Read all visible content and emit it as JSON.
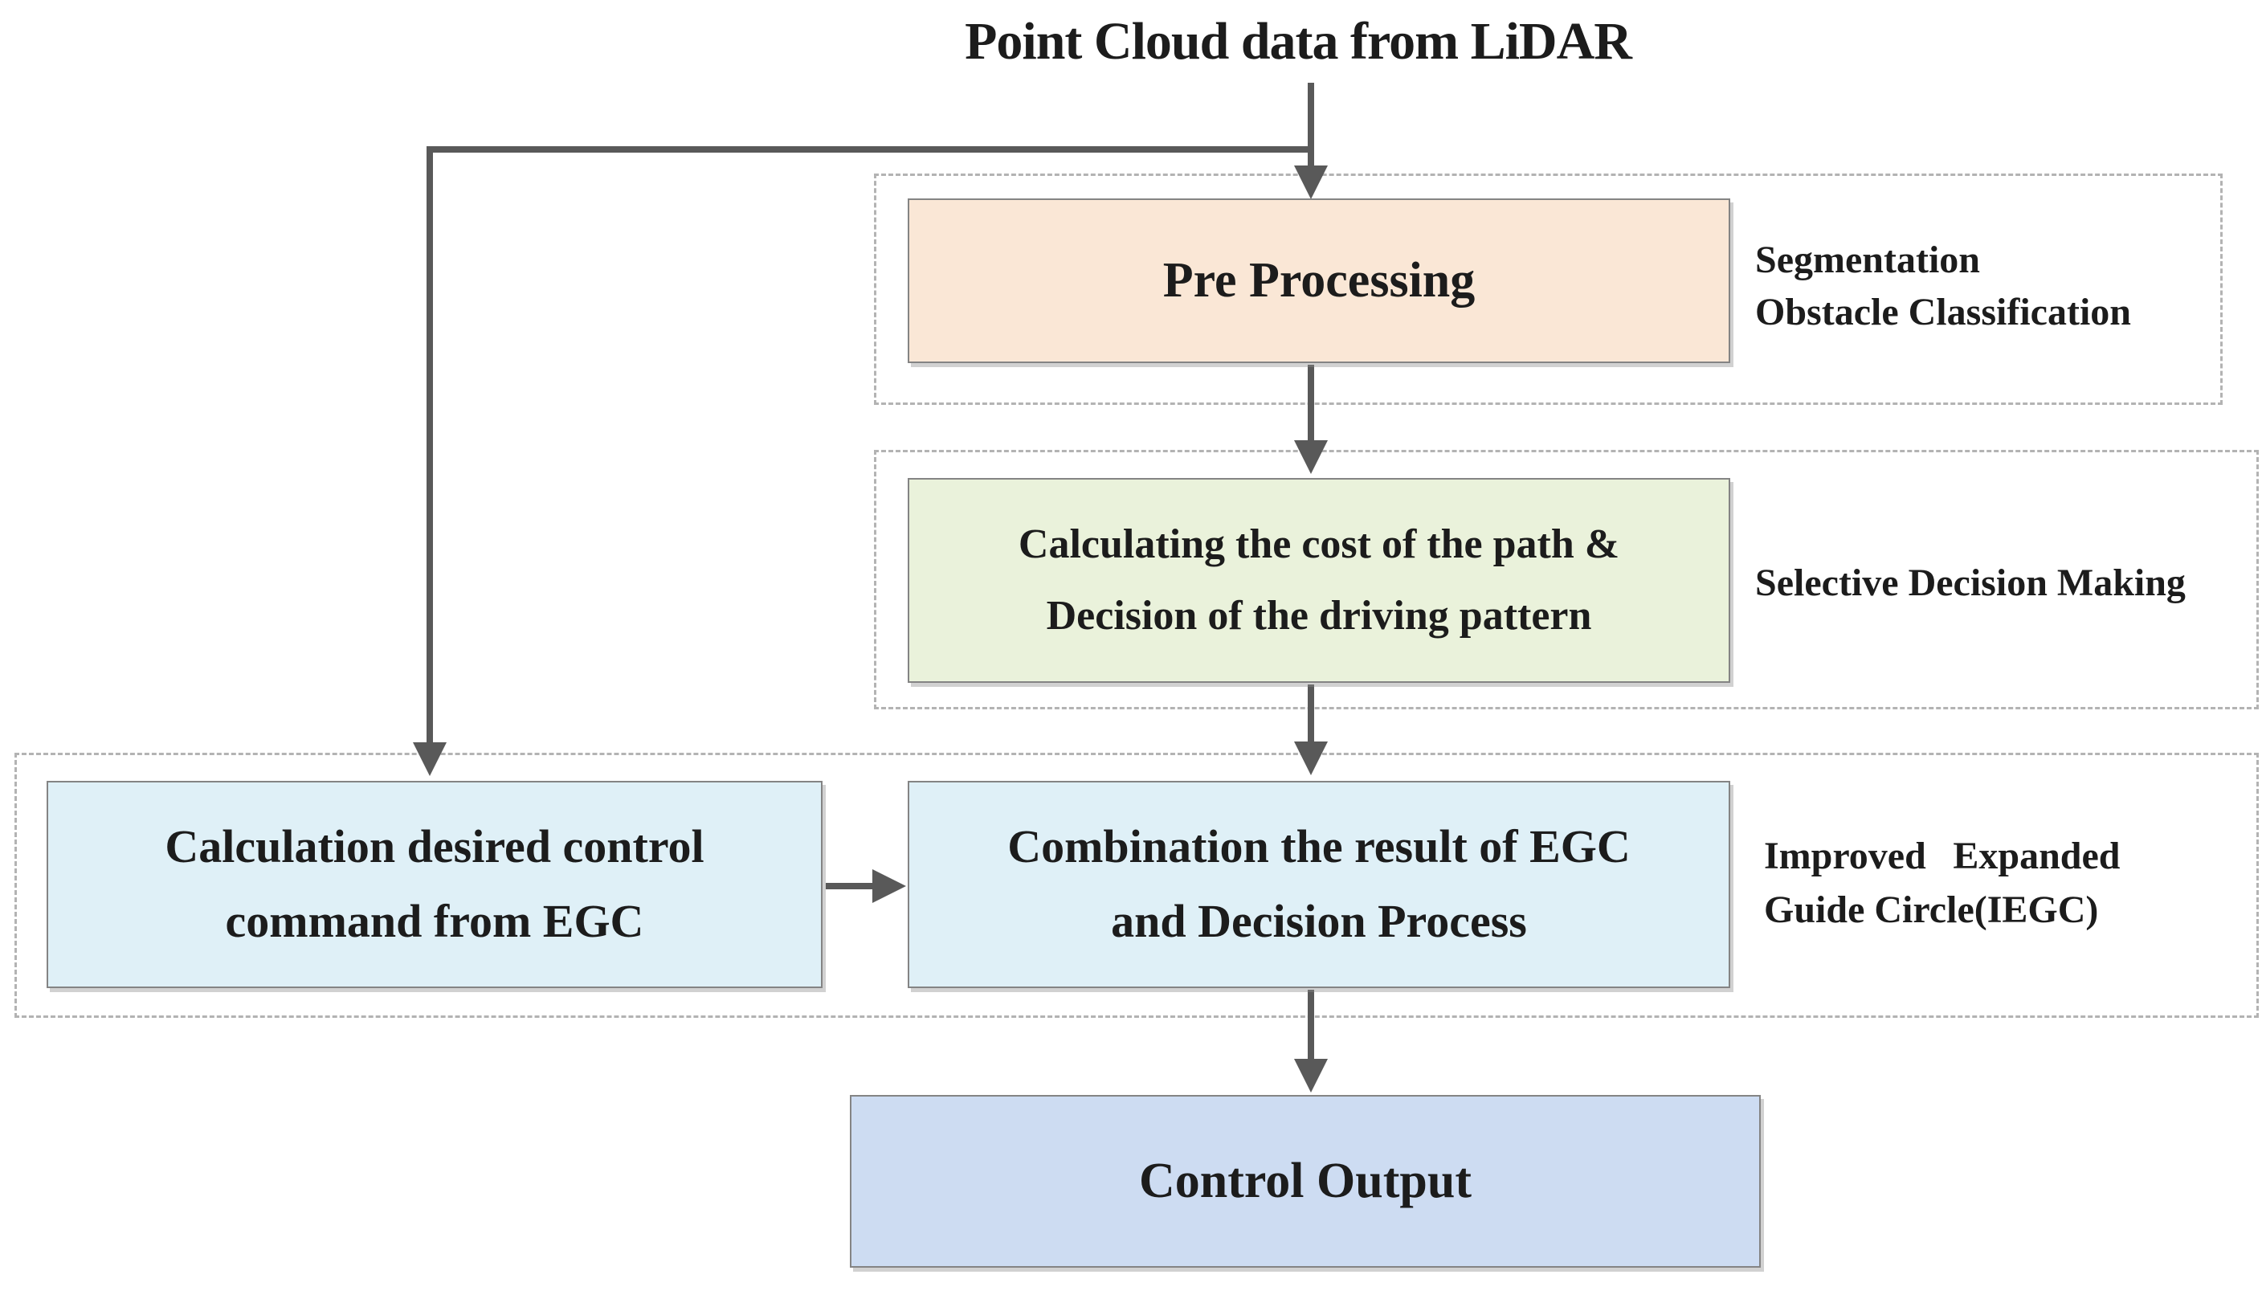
{
  "diagram": {
    "title": "Point Cloud data from LiDAR",
    "nodes": {
      "pre_processing": {
        "label": "Pre Processing"
      },
      "cost_decision": {
        "line1": "Calculating the cost of the path &",
        "line2": "Decision of the driving pattern"
      },
      "egc_command": {
        "line1": "Calculation desired control",
        "line2": "command from EGC"
      },
      "combination": {
        "line1": "Combination the result of EGC",
        "line2": "and Decision Process"
      },
      "control_output": {
        "label": "Control Output"
      }
    },
    "group_labels": {
      "segmentation": {
        "line1": "Segmentation",
        "line2": "Obstacle Classification"
      },
      "selective_decision": {
        "label": "Selective Decision Making"
      },
      "iegc": {
        "line1": "Improved Expanded",
        "line2": "Guide Circle(IEGC)"
      }
    },
    "colors": {
      "pre_processing_fill": "#fae7d6",
      "cost_decision_fill": "#eaf2db",
      "egc_command_fill": "#dff0f7",
      "combination_fill": "#dff0f7",
      "control_output_fill": "#cddcf2",
      "box_border": "#848484",
      "dashed_border": "#b3b3b3",
      "arrow": "#595959",
      "text": "#1c1c1c"
    }
  }
}
